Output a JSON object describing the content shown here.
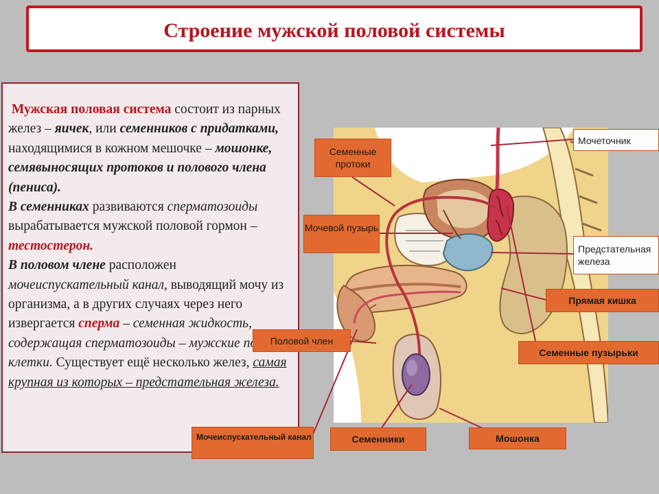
{
  "title": "Строение мужской половой системы",
  "text": {
    "p1_a": "Мужская половая система",
    "p1_b": " состоит из парных желез – ",
    "p1_c": "яичек",
    "p1_d": ", или ",
    "p1_e": "семенников с придатками,",
    "p1_f": " находящимися в кожном мешочке – ",
    "p1_g": "мошонке, семявыносящих протоков и полового члена (пениса).",
    "p2_a": "В семенниках",
    "p2_b": " развиваются ",
    "p2_c": "сперматозоиды",
    "p2_d": " вырабатывается мужской половой гормон – ",
    "p2_e": "тестостерон.",
    "p3_a": "В половом члене",
    "p3_b": " расположен ",
    "p3_c": "мочеиспускательный канал",
    "p3_d": ", выводящий мочу из организма, а в других случаях через него извергается ",
    "p3_e": "сперма",
    "p3_f": " – ",
    "p3_g": "семенная жидкость, содержащая сперматозоиды – мужские половые клетки.",
    "p3_h": " Существует ещё несколько желез, ",
    "p3_i": "самая крупная из которых – предстательная железа."
  },
  "labels": {
    "seminal_ducts": "Семенные протоки",
    "ureter": "Мочеточник",
    "bladder": "Мочевой пузырь",
    "prostate": "Предстательная железа",
    "rectum": "Прямая кишка",
    "penis": "Половой член",
    "seminal_vesicles": "Семенные пузырьки",
    "urethra": "Мочеиспускательный канал",
    "testes": "Семенники",
    "scrotum": "Мошонка"
  },
  "colors": {
    "title_red": "#b3161e",
    "label_orange": "#e26a30",
    "leader_line": "#a8283a"
  }
}
